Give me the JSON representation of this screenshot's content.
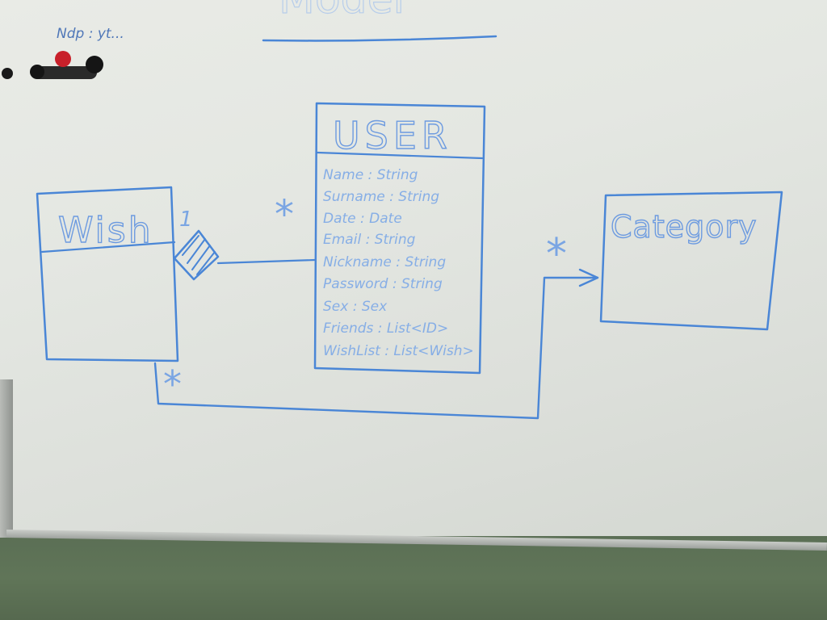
{
  "corner_note": "Ndp : yt...",
  "heading_fragment": "Model",
  "classes": {
    "user": {
      "name": "USER",
      "attributes": [
        "Name : String",
        "Surname : String",
        "Date : Date",
        "Email : String",
        "Nickname : String",
        "Password : String",
        "Sex : Sex",
        "Friends : List<ID>",
        "WishList : List<Wish>"
      ]
    },
    "wish": {
      "name": "Wish"
    },
    "category": {
      "name": "Category"
    }
  },
  "multiplicities": {
    "user_side": "*",
    "wish_side": "1",
    "category_side": "*",
    "wish_bottom": "*"
  },
  "colors": {
    "marker_ink": "#4a86d6",
    "board": "#e6e8e3",
    "floor": "#5f7358",
    "magnet_red": "#c8202a",
    "magnet_black": "#1a1a1a"
  }
}
